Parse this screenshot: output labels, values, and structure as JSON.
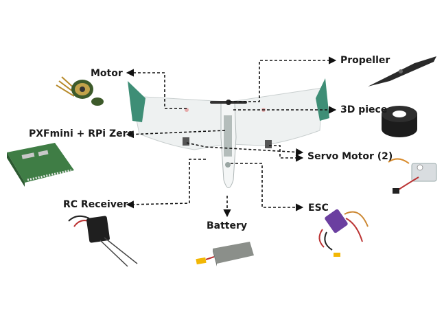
{
  "labels": {
    "motor": "Motor",
    "pxfmini": "PXFmini + RPi Zero",
    "rc_receiver": "RC Receiver",
    "battery": "Battery",
    "propeller": "Propeller",
    "piece_3d": "3D piece",
    "servo_motor": "Servo Motor (2)",
    "esc": "ESC"
  },
  "colors": {
    "wing": "#eef1f1",
    "wing_edge": "#c9cfcf",
    "winglet": "#3e8e76",
    "arrow": "#111111",
    "board": "#3f7d45",
    "battery": "#8b8f8a"
  }
}
